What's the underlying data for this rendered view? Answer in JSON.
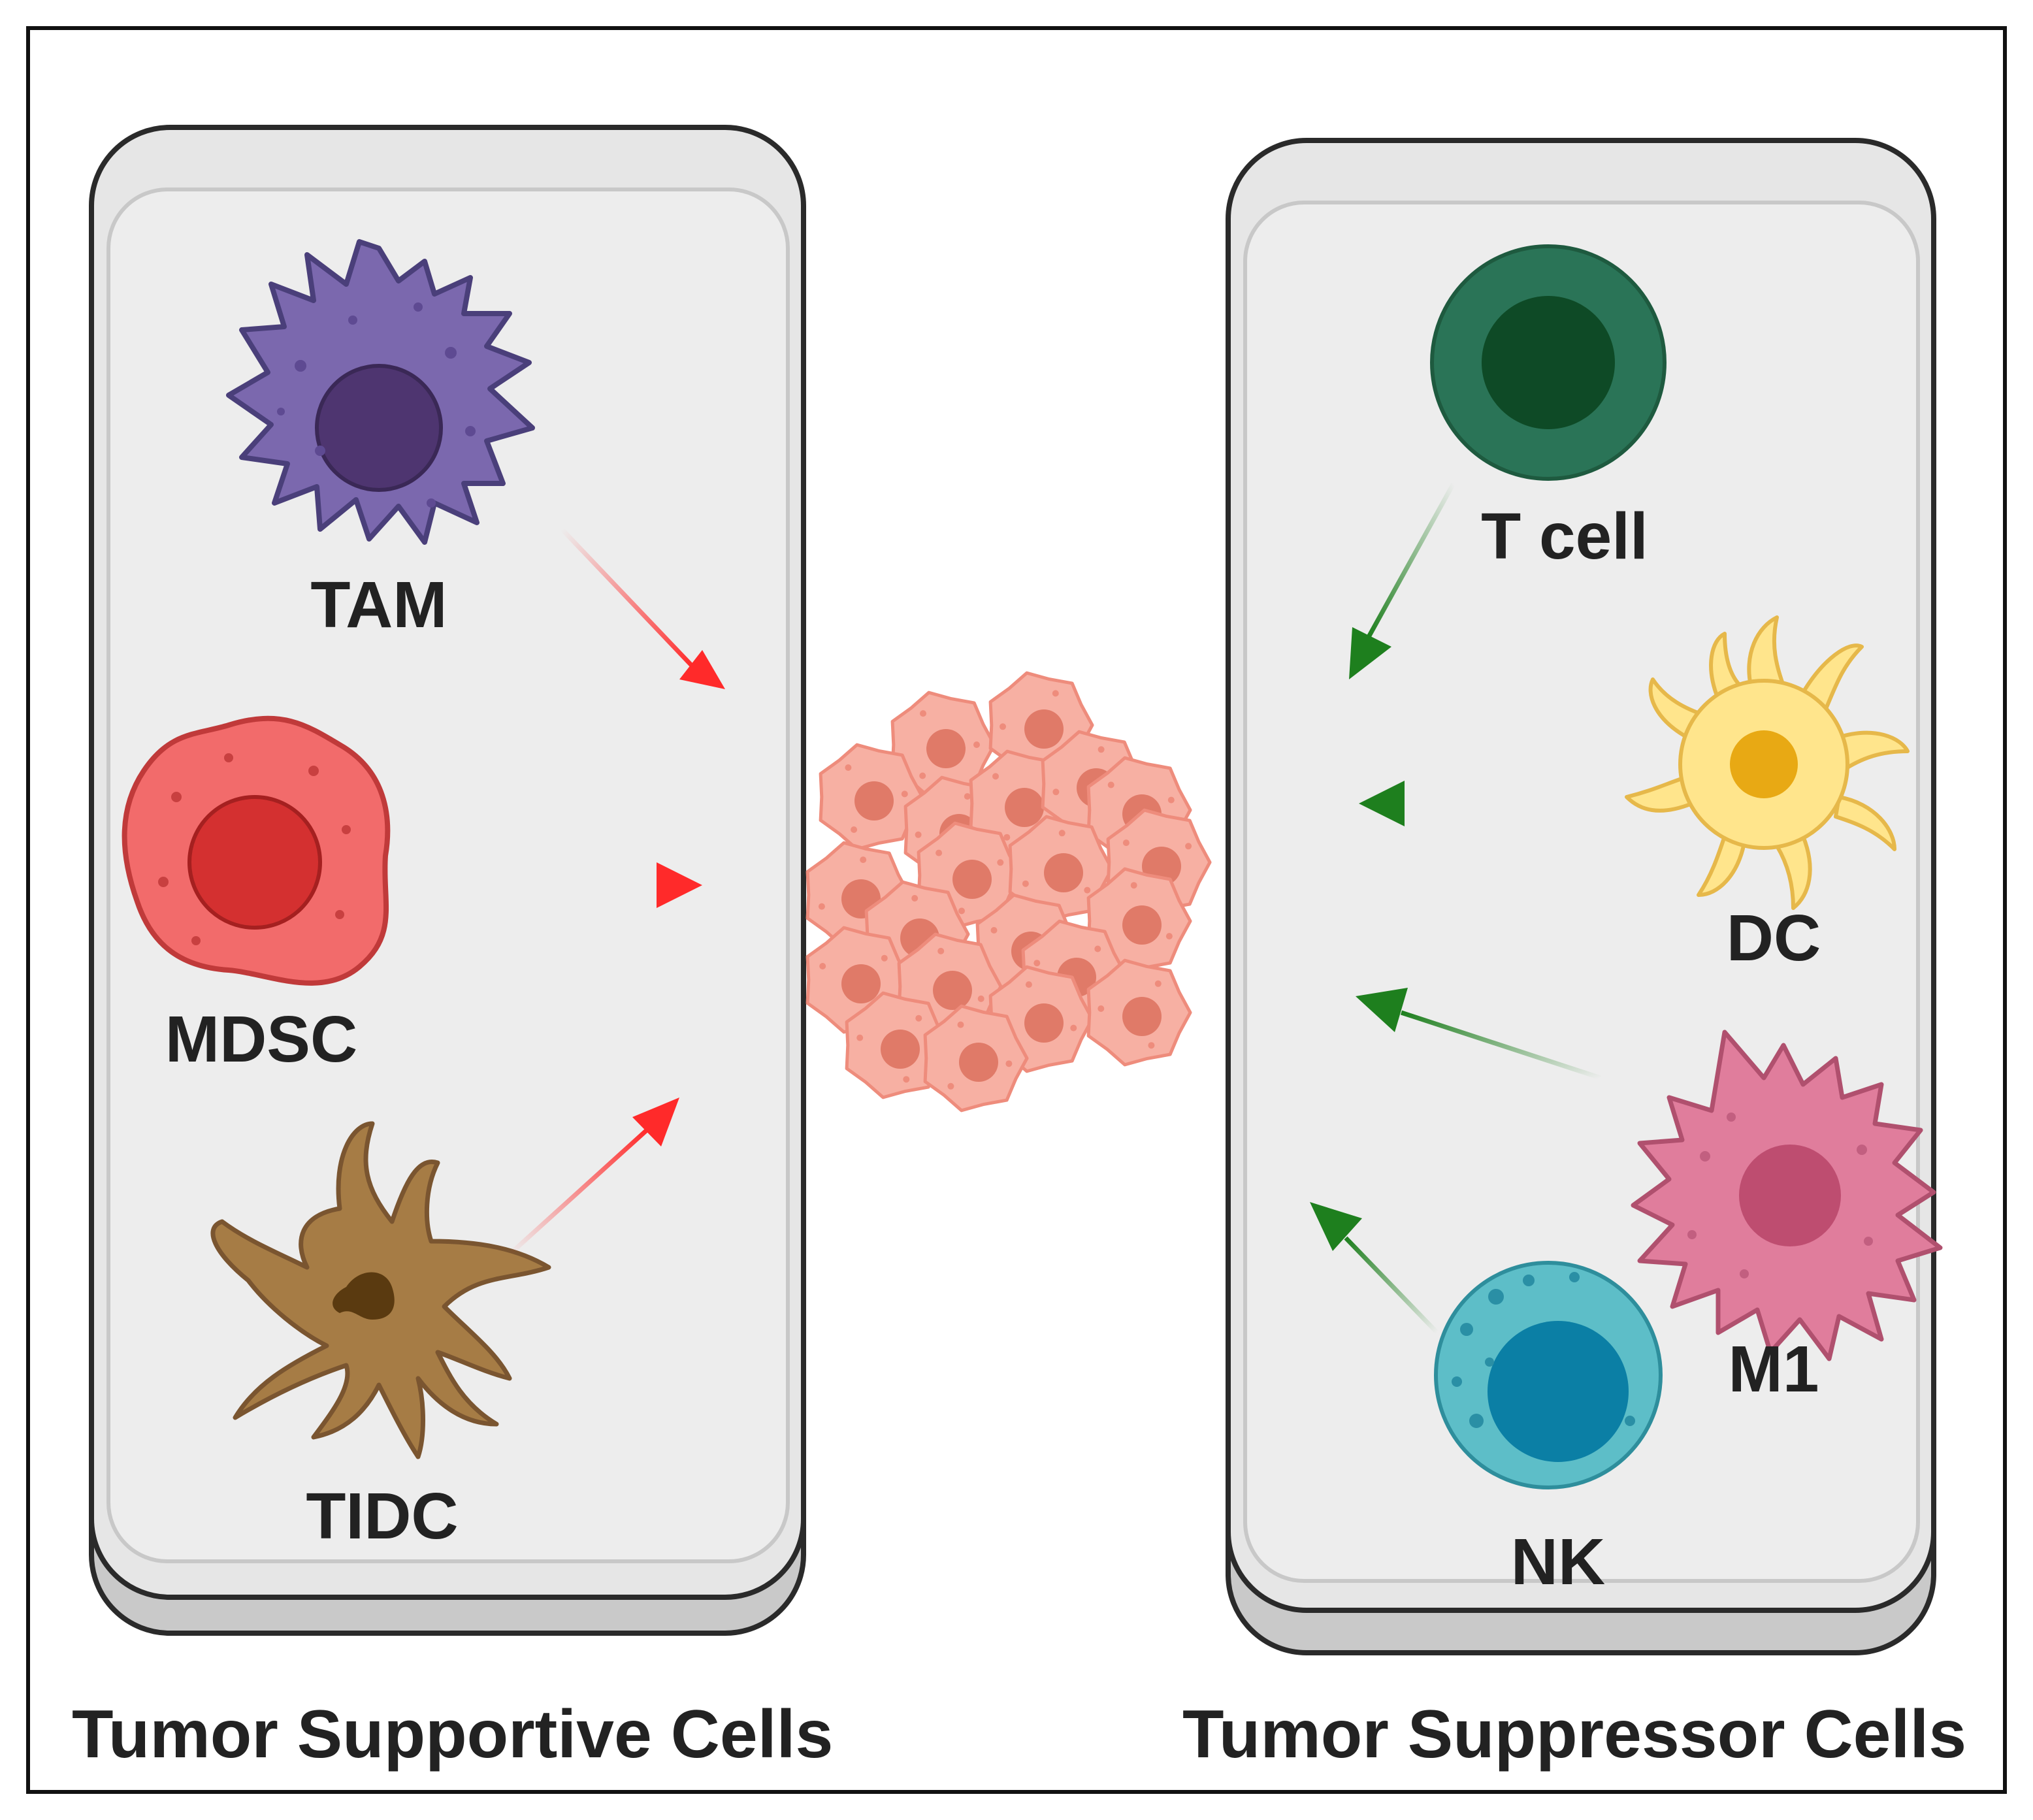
{
  "left_panel": {
    "title": "Tumor Supportive Cells",
    "cells": [
      {
        "label": "TAM",
        "icon": "tam-cell-icon",
        "color": "#7B68AE"
      },
      {
        "label": "MDSC",
        "icon": "mdsc-cell-icon",
        "color": "#F26B6B"
      },
      {
        "label": "TIDC",
        "icon": "tidc-cell-icon",
        "color": "#A67C45"
      }
    ],
    "arrow_color": "#FF2A2A"
  },
  "right_panel": {
    "title": "Tumor Suppressor Cells",
    "cells": [
      {
        "label": "T cell",
        "icon": "t-cell-icon",
        "color": "#2A7457"
      },
      {
        "label": "DC",
        "icon": "dc-cell-icon",
        "color": "#FFE58C"
      },
      {
        "label": "M1",
        "icon": "m1-cell-icon",
        "color": "#E07D9C"
      },
      {
        "label": "NK",
        "icon": "nk-cell-icon",
        "color": "#5DBEC8"
      }
    ],
    "arrow_color": "#1E7F1E"
  },
  "center": {
    "icon": "tumor-cluster-icon",
    "color": "#F4A699"
  }
}
